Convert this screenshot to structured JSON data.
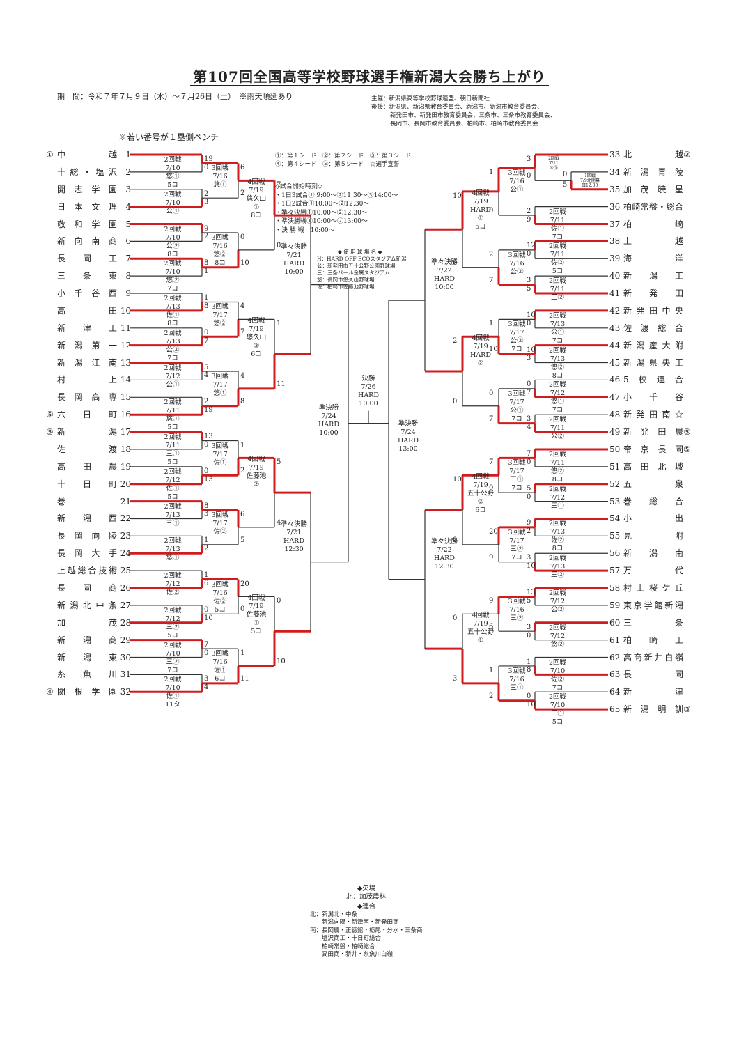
{
  "title": "第107回全国高等学校野球選手権新潟大会勝ち上がり",
  "period": "期　間：令和７年７月９日（水）～７月26日（土）　※雨天順延あり",
  "organizer": "主催：新潟県高等学校野球連盟、朝日新聞社",
  "sponsors": [
    "後援：新潟県、新潟県教育委員会、新潟市、新潟市教育委員会、",
    "新発田市、新発田市教育委員会、三条市、三条市教育委員会、",
    "長岡市、長岡市教育委員会、柏崎市、柏崎市教育委員会"
  ],
  "bench_note": "※若い番号が１塁側ベンチ",
  "seed_legend": [
    "①：第１シード　②：第２シード　③：第３シード",
    "④：第４シード　⑤：第５シード　☆選手宣誓"
  ],
  "start_times": [
    "◇試合開始時刻◇",
    "・1日3試合① 9:00～②11:30～③14:00～",
    "・1日2試合①10:00～②12:30～",
    "・準々決勝①10:00～②12:30～",
    "・準決勝戦①10:00～②13:00～",
    "・決 勝 戦　10:00～"
  ],
  "venues_title": "◆ 使 用 球 場 名 ◆",
  "venues": [
    "H：HARD OFF ECOスタジアム新潟",
    "公：新発田市五十公野公園野球場",
    "三：三条パール金属スタジアム",
    "悠：長岡市悠久山野球場",
    "佐：柏崎市佐藤池野球場"
  ],
  "absent_title": "◆欠場",
  "absent": "北：加茂農林",
  "joint_title": "◆連合",
  "joint": [
    "北：新潟北・中条",
    "　　新潟向陽・新津南・新発田商",
    "南：長岡農・正徳館・栃尾・分水・三条商",
    "　　塩沢商工・十日町総合",
    "　　柏崎常盤・柏崎総合",
    "　　高田商・新井・糸魚川白嶺"
  ],
  "left_teams": [
    {
      "seed": "①",
      "name": "中越",
      "no": "1"
    },
    {
      "seed": "",
      "name": "十総・塩沢",
      "no": "2"
    },
    {
      "seed": "",
      "name": "開志学園",
      "no": "3"
    },
    {
      "seed": "",
      "name": "日本文理",
      "no": "4"
    },
    {
      "seed": "",
      "name": "敬和学園",
      "no": "5"
    },
    {
      "seed": "",
      "name": "新向南商",
      "no": "6"
    },
    {
      "seed": "",
      "name": "長岡工",
      "no": "7"
    },
    {
      "seed": "",
      "name": "三条東",
      "no": "8"
    },
    {
      "seed": "",
      "name": "小千谷西",
      "no": "9"
    },
    {
      "seed": "",
      "name": "高田",
      "no": "10"
    },
    {
      "seed": "",
      "name": "新津工",
      "no": "11"
    },
    {
      "seed": "",
      "name": "新潟第一",
      "no": "12"
    },
    {
      "seed": "",
      "name": "新潟江南",
      "no": "13"
    },
    {
      "seed": "",
      "name": "村上",
      "no": "14"
    },
    {
      "seed": "",
      "name": "長岡高専",
      "no": "15"
    },
    {
      "seed": "⑤",
      "name": "六日町",
      "no": "16"
    },
    {
      "seed": "⑤",
      "name": "新潟",
      "no": "17"
    },
    {
      "seed": "",
      "name": "佐渡",
      "no": "18"
    },
    {
      "seed": "",
      "name": "高田農",
      "no": "19"
    },
    {
      "seed": "",
      "name": "十日町",
      "no": "20"
    },
    {
      "seed": "",
      "name": "巻",
      "no": "21"
    },
    {
      "seed": "",
      "name": "新潟西",
      "no": "22"
    },
    {
      "seed": "",
      "name": "長岡向陵",
      "no": "23"
    },
    {
      "seed": "",
      "name": "長岡大手",
      "no": "24"
    },
    {
      "seed": "",
      "name": "上越総合技術",
      "no": "25"
    },
    {
      "seed": "",
      "name": "長岡商",
      "no": "26"
    },
    {
      "seed": "",
      "name": "新潟北中条",
      "no": "27"
    },
    {
      "seed": "",
      "name": "加茂",
      "no": "28"
    },
    {
      "seed": "",
      "name": "新潟商",
      "no": "29"
    },
    {
      "seed": "",
      "name": "新潟東",
      "no": "30"
    },
    {
      "seed": "",
      "name": "糸魚川",
      "no": "31"
    },
    {
      "seed": "④",
      "name": "関根学園",
      "no": "32"
    }
  ],
  "right_teams": [
    {
      "no": "33",
      "name": "北越",
      "seed": "②"
    },
    {
      "no": "34",
      "name": "新潟青陵",
      "seed": ""
    },
    {
      "no": "35",
      "name": "加茂暁星",
      "seed": ""
    },
    {
      "no": "36",
      "name": "柏崎常盤・総合",
      "seed": ""
    },
    {
      "no": "37",
      "name": "柏崎",
      "seed": ""
    },
    {
      "no": "38",
      "name": "上越",
      "seed": ""
    },
    {
      "no": "39",
      "name": "海洋",
      "seed": ""
    },
    {
      "no": "40",
      "name": "新潟工",
      "seed": ""
    },
    {
      "no": "41",
      "name": "新発田",
      "seed": ""
    },
    {
      "no": "42",
      "name": "新発田中央",
      "seed": ""
    },
    {
      "no": "43",
      "name": "佐渡総合",
      "seed": ""
    },
    {
      "no": "44",
      "name": "新潟産大附",
      "seed": ""
    },
    {
      "no": "45",
      "name": "新潟県央工",
      "seed": ""
    },
    {
      "no": "46",
      "name": "5校連合",
      "seed": ""
    },
    {
      "no": "47",
      "name": "小千谷",
      "seed": ""
    },
    {
      "no": "48",
      "name": "新発田南☆",
      "seed": ""
    },
    {
      "no": "49",
      "name": "新発田農",
      "seed": "⑤"
    },
    {
      "no": "50",
      "name": "帝京長岡",
      "seed": "⑤"
    },
    {
      "no": "51",
      "name": "高田北城",
      "seed": ""
    },
    {
      "no": "52",
      "name": "五泉",
      "seed": ""
    },
    {
      "no": "53",
      "name": "巻総合",
      "seed": ""
    },
    {
      "no": "54",
      "name": "小出",
      "seed": ""
    },
    {
      "no": "55",
      "name": "見附",
      "seed": ""
    },
    {
      "no": "56",
      "name": "新潟南",
      "seed": ""
    },
    {
      "no": "57",
      "name": "万代",
      "seed": ""
    },
    {
      "no": "58",
      "name": "村上桜ケ丘",
      "seed": ""
    },
    {
      "no": "59",
      "name": "東京学館新潟",
      "seed": ""
    },
    {
      "no": "60",
      "name": "三条",
      "seed": ""
    },
    {
      "no": "61",
      "name": "柏崎工",
      "seed": ""
    },
    {
      "no": "62",
      "name": "高商新井白嶺",
      "seed": ""
    },
    {
      "no": "63",
      "name": "長岡",
      "seed": ""
    },
    {
      "no": "64",
      "name": "新津",
      "seed": ""
    },
    {
      "no": "65",
      "name": "新潟明訓",
      "seed": "③"
    }
  ],
  "left_r2": [
    {
      "lines": [
        "2回戦",
        "7/10",
        "悠①",
        "5コ"
      ],
      "s": [
        "19",
        "0"
      ]
    },
    {
      "lines": [
        "2回戦",
        "7/10",
        "公①"
      ],
      "s": [
        "2",
        "3"
      ]
    },
    {
      "lines": [
        "2回戦",
        "7/10",
        "公②",
        "8コ"
      ],
      "s": [
        "9",
        "2"
      ]
    },
    {
      "lines": [
        "2回戦",
        "7/10",
        "悠②",
        "7コ"
      ],
      "s": [
        "8",
        "1"
      ]
    },
    {
      "lines": [
        "2回戦",
        "7/13",
        "佐①",
        "8コ"
      ],
      "s": [
        "1",
        "8"
      ]
    },
    {
      "lines": [
        "2回戦",
        "7/13",
        "公②",
        "7コ"
      ],
      "s": [
        "0",
        "7"
      ]
    },
    {
      "lines": [
        "2回戦",
        "7/12",
        "公①"
      ],
      "s": [
        "5",
        "4"
      ]
    },
    {
      "lines": [
        "2回戦",
        "7/11",
        "悠①",
        "5コ"
      ],
      "s": [
        "2",
        "19"
      ]
    },
    {
      "lines": [
        "2回戦",
        "7/11",
        "三①",
        "5コ"
      ],
      "s": [
        "13",
        "0"
      ]
    },
    {
      "lines": [
        "2回戦",
        "7/12",
        "佐①",
        "5コ"
      ],
      "s": [
        "0",
        "13"
      ]
    },
    {
      "lines": [
        "2回戦",
        "7/13",
        "三①"
      ],
      "s": [
        "8",
        "3"
      ]
    },
    {
      "lines": [
        "2回戦",
        "7/13",
        "悠①"
      ],
      "s": [
        "1",
        "2"
      ]
    },
    {
      "lines": [
        "2回戦",
        "7/12",
        "佐②"
      ],
      "s": [
        "1",
        "6"
      ]
    },
    {
      "lines": [
        "2回戦",
        "7/12",
        "三②",
        "5コ"
      ],
      "s": [
        "0",
        "10"
      ]
    },
    {
      "lines": [
        "2回戦",
        "7/10",
        "三②",
        "7コ"
      ],
      "s": [
        "7",
        "0"
      ]
    },
    {
      "lines": [
        "2回戦",
        "7/10",
        "佐①",
        "11タ"
      ],
      "s": [
        "3",
        "4"
      ]
    }
  ],
  "left_r3": [
    {
      "lines": [
        "3回戦",
        "7/16",
        "悠①"
      ],
      "s": [
        "6",
        "2"
      ]
    },
    {
      "lines": [
        "3回戦",
        "7/16",
        "悠②",
        "8コ"
      ],
      "s": [
        "0",
        "10"
      ]
    },
    {
      "lines": [
        "3回戦",
        "7/17",
        "悠②"
      ],
      "s": [
        "4",
        "7"
      ]
    },
    {
      "lines": [
        "3回戦",
        "7/17",
        "悠①"
      ],
      "s": [
        "4",
        "8"
      ]
    },
    {
      "lines": [
        "3回戦",
        "7/17",
        "佐①"
      ],
      "s": [
        "1",
        "2"
      ]
    },
    {
      "lines": [
        "3回戦",
        "7/17",
        "佐②"
      ],
      "s": [
        "6",
        "5"
      ]
    },
    {
      "lines": [
        "3回戦",
        "7/16",
        "佐②",
        "5コ"
      ],
      "s": [
        "20",
        "0"
      ]
    },
    {
      "lines": [
        "3回戦",
        "7/16",
        "佐①",
        "6コ"
      ],
      "s": [
        "1",
        "11"
      ]
    }
  ],
  "left_r4": [
    {
      "lines": [
        "4回戦",
        "7/19",
        "悠久山",
        "①",
        "8コ"
      ],
      "s": [
        "7",
        "0"
      ]
    },
    {
      "lines": [
        "4回戦",
        "7/19",
        "悠久山",
        "②",
        "6コ"
      ],
      "s": [
        "1",
        "11"
      ]
    },
    {
      "lines": [
        "4回戦",
        "7/19",
        "佐藤池",
        "②"
      ],
      "s": [
        "5",
        "4"
      ]
    },
    {
      "lines": [
        "4回戦",
        "7/19",
        "佐藤池",
        "①",
        "5コ"
      ],
      "s": [
        "0",
        "10"
      ]
    }
  ],
  "left_qf": [
    {
      "lines": [
        "準々決勝",
        "7/21",
        "HARD",
        "10:00"
      ]
    },
    {
      "lines": [
        "準々決勝",
        "7/21",
        "HARD",
        "12:30"
      ]
    }
  ],
  "left_sf": {
    "lines": [
      "準決勝",
      "7/24",
      "HARD",
      "10:00"
    ]
  },
  "final": {
    "lines": [
      "決勝",
      "7/26",
      "HARD",
      "10:00"
    ]
  },
  "right_sf": {
    "lines": [
      "準決勝",
      "7/24",
      "HARD",
      "13:00"
    ]
  },
  "right_qf": [
    {
      "lines": [
        "準々決勝",
        "7/22",
        "HARD",
        "10:00"
      ]
    },
    {
      "lines": [
        "準々決勝",
        "7/22",
        "HARD",
        "12:30"
      ]
    }
  ],
  "right_r1": {
    "lines": [
      "1回戦",
      "7/9北開幕",
      "H12:30"
    ],
    "s": [
      "0",
      "5"
    ]
  },
  "right_r2": [
    {
      "lines": [
        "2回戦",
        "7/11",
        "公③"
      ],
      "s": [
        "3",
        "0"
      ]
    },
    {
      "lines": [
        "2回戦",
        "7/11",
        "佐①",
        "7コ"
      ],
      "s": [
        "2",
        "9"
      ]
    },
    {
      "lines": [
        "2回戦",
        "7/11",
        "佐②",
        "5コ"
      ],
      "s": [
        "12",
        "0"
      ]
    },
    {
      "lines": [
        "2回戦",
        "7/11",
        "三②"
      ],
      "s": [
        "3",
        "5"
      ]
    },
    {
      "lines": [
        "2回戦",
        "7/13",
        "公①",
        "7コ"
      ],
      "s": [
        "10",
        "0"
      ]
    },
    {
      "lines": [
        "2回戦",
        "7/13",
        "悠②",
        "8コ"
      ],
      "s": [
        "10",
        "3"
      ]
    },
    {
      "lines": [
        "2回戦",
        "7/12",
        "悠①",
        "7コ"
      ],
      "s": [
        "0",
        "7"
      ]
    },
    {
      "lines": [
        "2回戦",
        "7/11",
        "公②"
      ],
      "s": [
        "3",
        "4"
      ]
    },
    {
      "lines": [
        "2回戦",
        "7/11",
        "悠②",
        "8コ"
      ],
      "s": [
        "7",
        "0"
      ]
    },
    {
      "lines": [
        "2回戦",
        "7/12",
        "三①"
      ],
      "s": [
        "5",
        "0"
      ]
    },
    {
      "lines": [
        "2回戦",
        "7/13",
        "佐②",
        "8コ"
      ],
      "s": [
        "9",
        "2"
      ]
    },
    {
      "lines": [
        "2回戦",
        "7/13",
        "三②"
      ],
      "s": [
        "3",
        "10"
      ]
    },
    {
      "lines": [
        "2回戦",
        "7/12",
        "公②"
      ],
      "s": [
        "13",
        "5"
      ]
    },
    {
      "lines": [
        "2回戦",
        "7/12",
        "悠②"
      ],
      "s": [
        "3",
        "0"
      ]
    },
    {
      "lines": [
        "2回戦",
        "7/10",
        "佐②",
        "7コ"
      ],
      "s": [
        "1",
        "8"
      ]
    },
    {
      "lines": [
        "2回戦",
        "7/10",
        "三①",
        "5コ"
      ],
      "s": [
        "0",
        "10"
      ]
    }
  ],
  "right_r3": [
    {
      "lines": [
        "3回戦",
        "7/16",
        "公①"
      ],
      "s": [
        "1",
        "0"
      ]
    },
    {
      "lines": [
        "3回戦",
        "7/16",
        "公②"
      ],
      "s": [
        "2",
        "7"
      ]
    },
    {
      "lines": [
        "3回戦",
        "7/17",
        "公②",
        "7コ"
      ],
      "s": [
        "1",
        "10"
      ]
    },
    {
      "lines": [
        "3回戦",
        "7/17",
        "公①",
        "7コ"
      ],
      "s": [
        "0",
        "7"
      ]
    },
    {
      "lines": [
        "3回戦",
        "7/17",
        "三①",
        "7コ"
      ],
      "s": [
        "7",
        "0"
      ]
    },
    {
      "lines": [
        "3回戦",
        "7/17",
        "三②",
        "7コ"
      ],
      "s": [
        "20",
        "9"
      ]
    },
    {
      "lines": [
        "3回戦",
        "7/16",
        "三②"
      ],
      "s": [
        "9",
        "6"
      ]
    },
    {
      "lines": [
        "3回戦",
        "7/16",
        "三①"
      ],
      "s": [
        "1",
        "2"
      ]
    }
  ],
  "right_r4": [
    {
      "lines": [
        "4回戦",
        "7/19",
        "HARD",
        "①",
        "5コ"
      ],
      "s": [
        "10",
        "0"
      ]
    },
    {
      "lines": [
        "4回戦",
        "7/19",
        "HARD",
        "②"
      ],
      "s": [
        "2",
        "0"
      ]
    },
    {
      "lines": [
        "4回戦",
        "7/19",
        "五十公野",
        "②",
        "6コ"
      ],
      "s": [
        "10",
        "0"
      ]
    },
    {
      "lines": [
        "4回戦",
        "7/19",
        "五十公野",
        "①"
      ],
      "s": [
        "0",
        "3"
      ]
    }
  ]
}
